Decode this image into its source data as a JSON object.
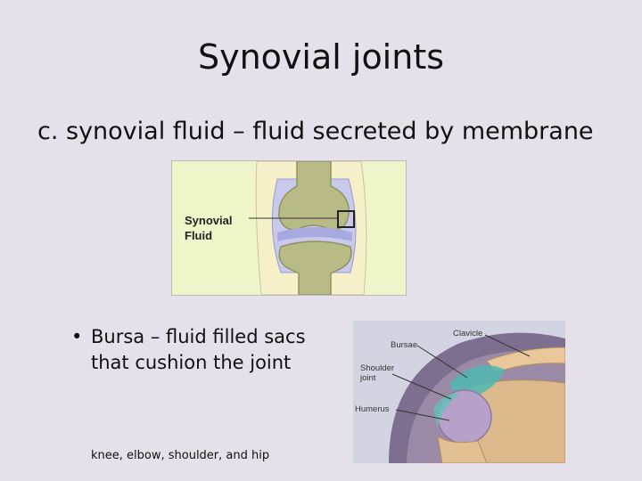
{
  "slide": {
    "title": "Synovial joints",
    "subhead": "c. synovial fluid – fluid secreted by membrane",
    "bullet_symbol": "•",
    "bullet_text": "Bursa – fluid filled sacs that cushion the joint",
    "note": "knee, elbow, shoulder, and hip"
  },
  "knee_figure": {
    "label_line1": "Synovial",
    "label_line2": "Fluid"
  },
  "shoulder_figure": {
    "clavicle": "Clavicle",
    "bursae": "Bursae",
    "shoulder_joint_line1": "Shoulder",
    "shoulder_joint_line2": "joint",
    "humerus": "Humerus"
  }
}
